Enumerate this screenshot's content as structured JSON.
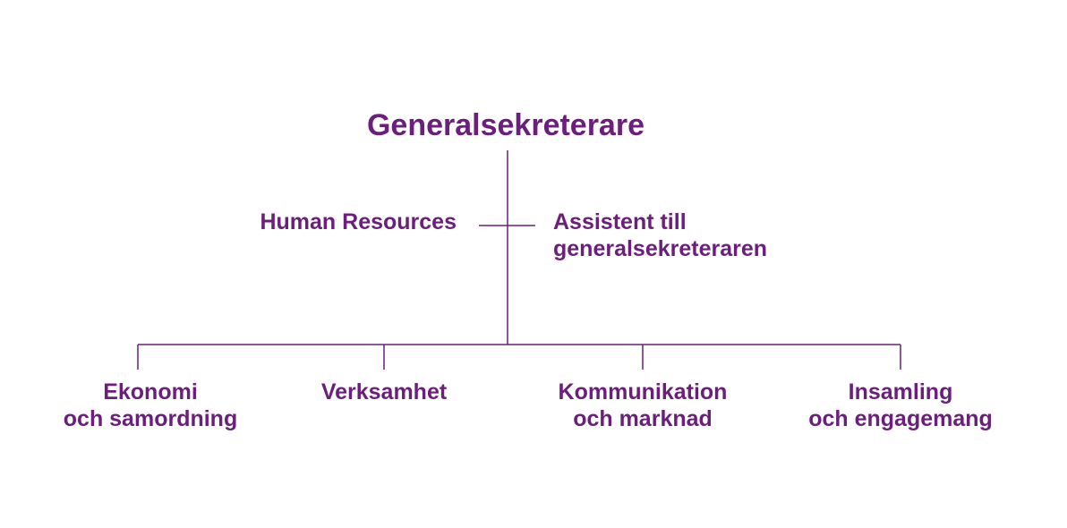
{
  "colors": {
    "text": "#6b1e7b",
    "line": "#6b1e7b",
    "background": "#ffffff"
  },
  "chart": {
    "top": "Generalsekreterare",
    "staff_left": "Human Resources",
    "staff_right": [
      "Assistent till",
      "generalsekreteraren"
    ],
    "departments": [
      [
        "Ekonomi",
        "och samordning"
      ],
      [
        "Verksamhet"
      ],
      [
        "Kommunikation",
        "och marknad"
      ],
      [
        "Insamling",
        "och engagemang"
      ]
    ]
  }
}
